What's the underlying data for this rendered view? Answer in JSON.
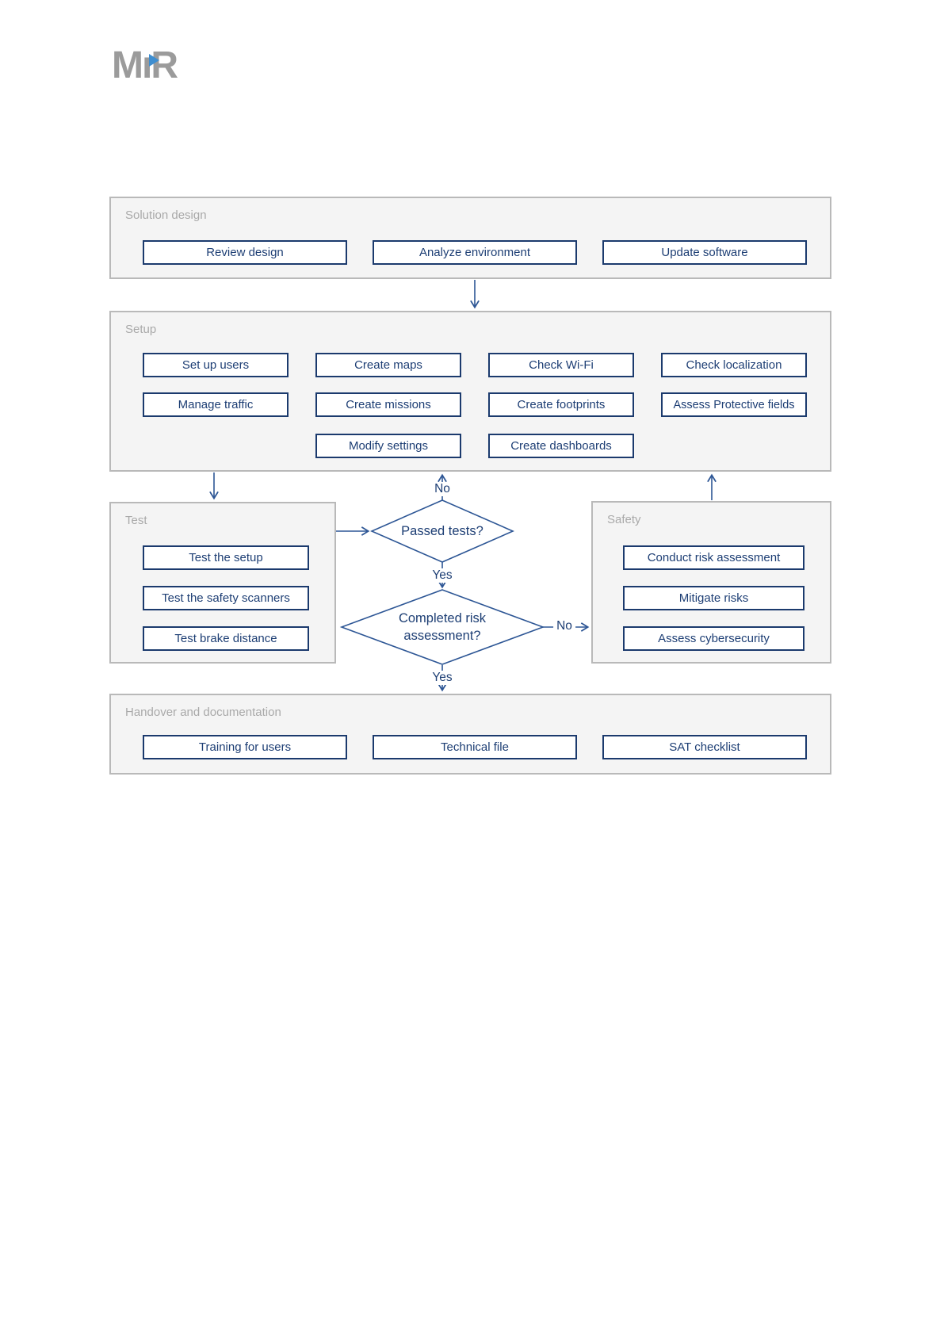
{
  "logo": {
    "text": "MiR",
    "letter_m": "M",
    "letter_i_dotless": "ı",
    "letter_r": "R"
  },
  "colors": {
    "navy_box_border": "#1b3a6d",
    "navy_text": "#1d3e74",
    "arrow_line": "#2d5695",
    "section_fill": "#f4f4f4",
    "section_border": "#b9b9b9",
    "section_label_gray": "#a9a9a9",
    "logo_gray": "#9b9b9b",
    "logo_triangle_blue": "#3e8ed0"
  },
  "sections": {
    "solution": {
      "label": "Solution design",
      "boxes": [
        "Review design",
        "Analyze environment",
        "Update software"
      ]
    },
    "setup": {
      "label": "Setup",
      "boxes": [
        "Set up users",
        "Create maps",
        "Check Wi-Fi",
        "Check localization",
        "Manage traffic",
        "Create missions",
        "Create footprints",
        "Assess Protective fields",
        "Modify settings",
        "Create dashboards"
      ]
    },
    "test": {
      "label": "Test",
      "boxes": [
        "Test the setup",
        "Test the safety scanners",
        "Test brake distance"
      ]
    },
    "safety": {
      "label": "Safety",
      "boxes": [
        "Conduct risk assessment",
        "Mitigate risks",
        "Assess cybersecurity"
      ]
    },
    "handover": {
      "label": "Handover and documentation",
      "boxes": [
        "Training for users",
        "Technical file",
        "SAT checklist"
      ]
    }
  },
  "decisions": {
    "passed_tests": "Passed tests?",
    "completed_risk": "Completed risk assessment?"
  },
  "edge_labels": {
    "no_to_setup": "No",
    "yes_to_risk": "Yes",
    "no_to_safety": "No",
    "yes_to_handover": "Yes"
  }
}
